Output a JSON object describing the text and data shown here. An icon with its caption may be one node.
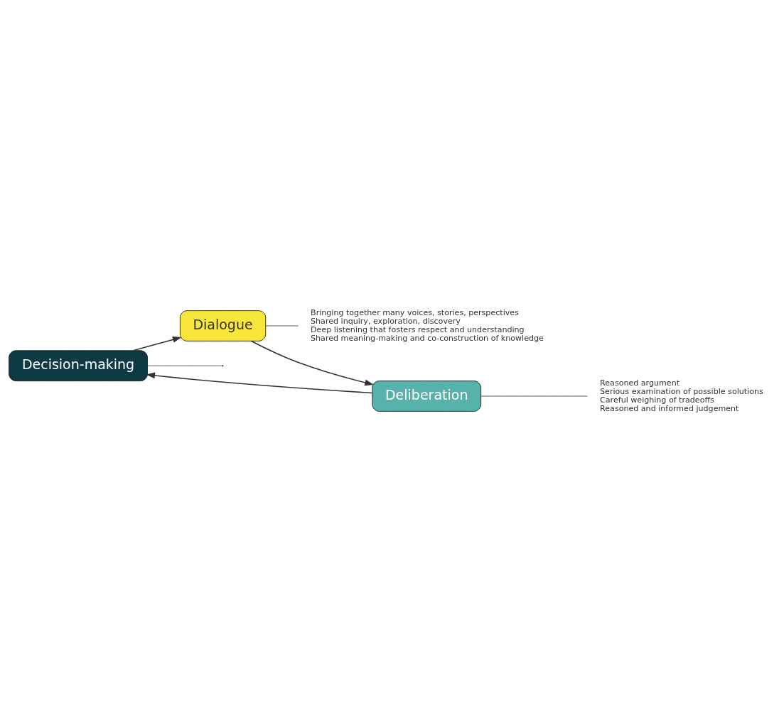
{
  "diagram": {
    "nodes": [
      {
        "text": [
          "Decision-making"
        ]
      },
      {
        "text": [
          "Dialogue"
        ]
      },
      {
        "text": [
          "Deliberation"
        ]
      },
      {
        "text": [
          "Bringing together many voices, stories, perspectives",
          "Shared inquiry, exploration, discovery",
          "Deep listening that fosters respect and understanding",
          "Shared meaning-making and co-construction of knowledge"
        ]
      },
      {
        "text": [
          "Reasoned argument",
          "Serious examination of possible solutions",
          "Careful weighing of tradeoffs",
          "Reasoned and informed judgement"
        ]
      }
    ],
    "edges": [
      {
        "from": 0,
        "to": 1,
        "arrow": "to"
      },
      {
        "from": 1,
        "to": 2,
        "arrow": "to"
      },
      {
        "from": 2,
        "to": 0,
        "arrow": "to"
      },
      {
        "from": 0,
        "to": null,
        "arrow": "none"
      },
      {
        "from": 1,
        "to": 3,
        "arrow": "none"
      },
      {
        "from": 2,
        "to": 4,
        "arrow": "none"
      }
    ]
  }
}
